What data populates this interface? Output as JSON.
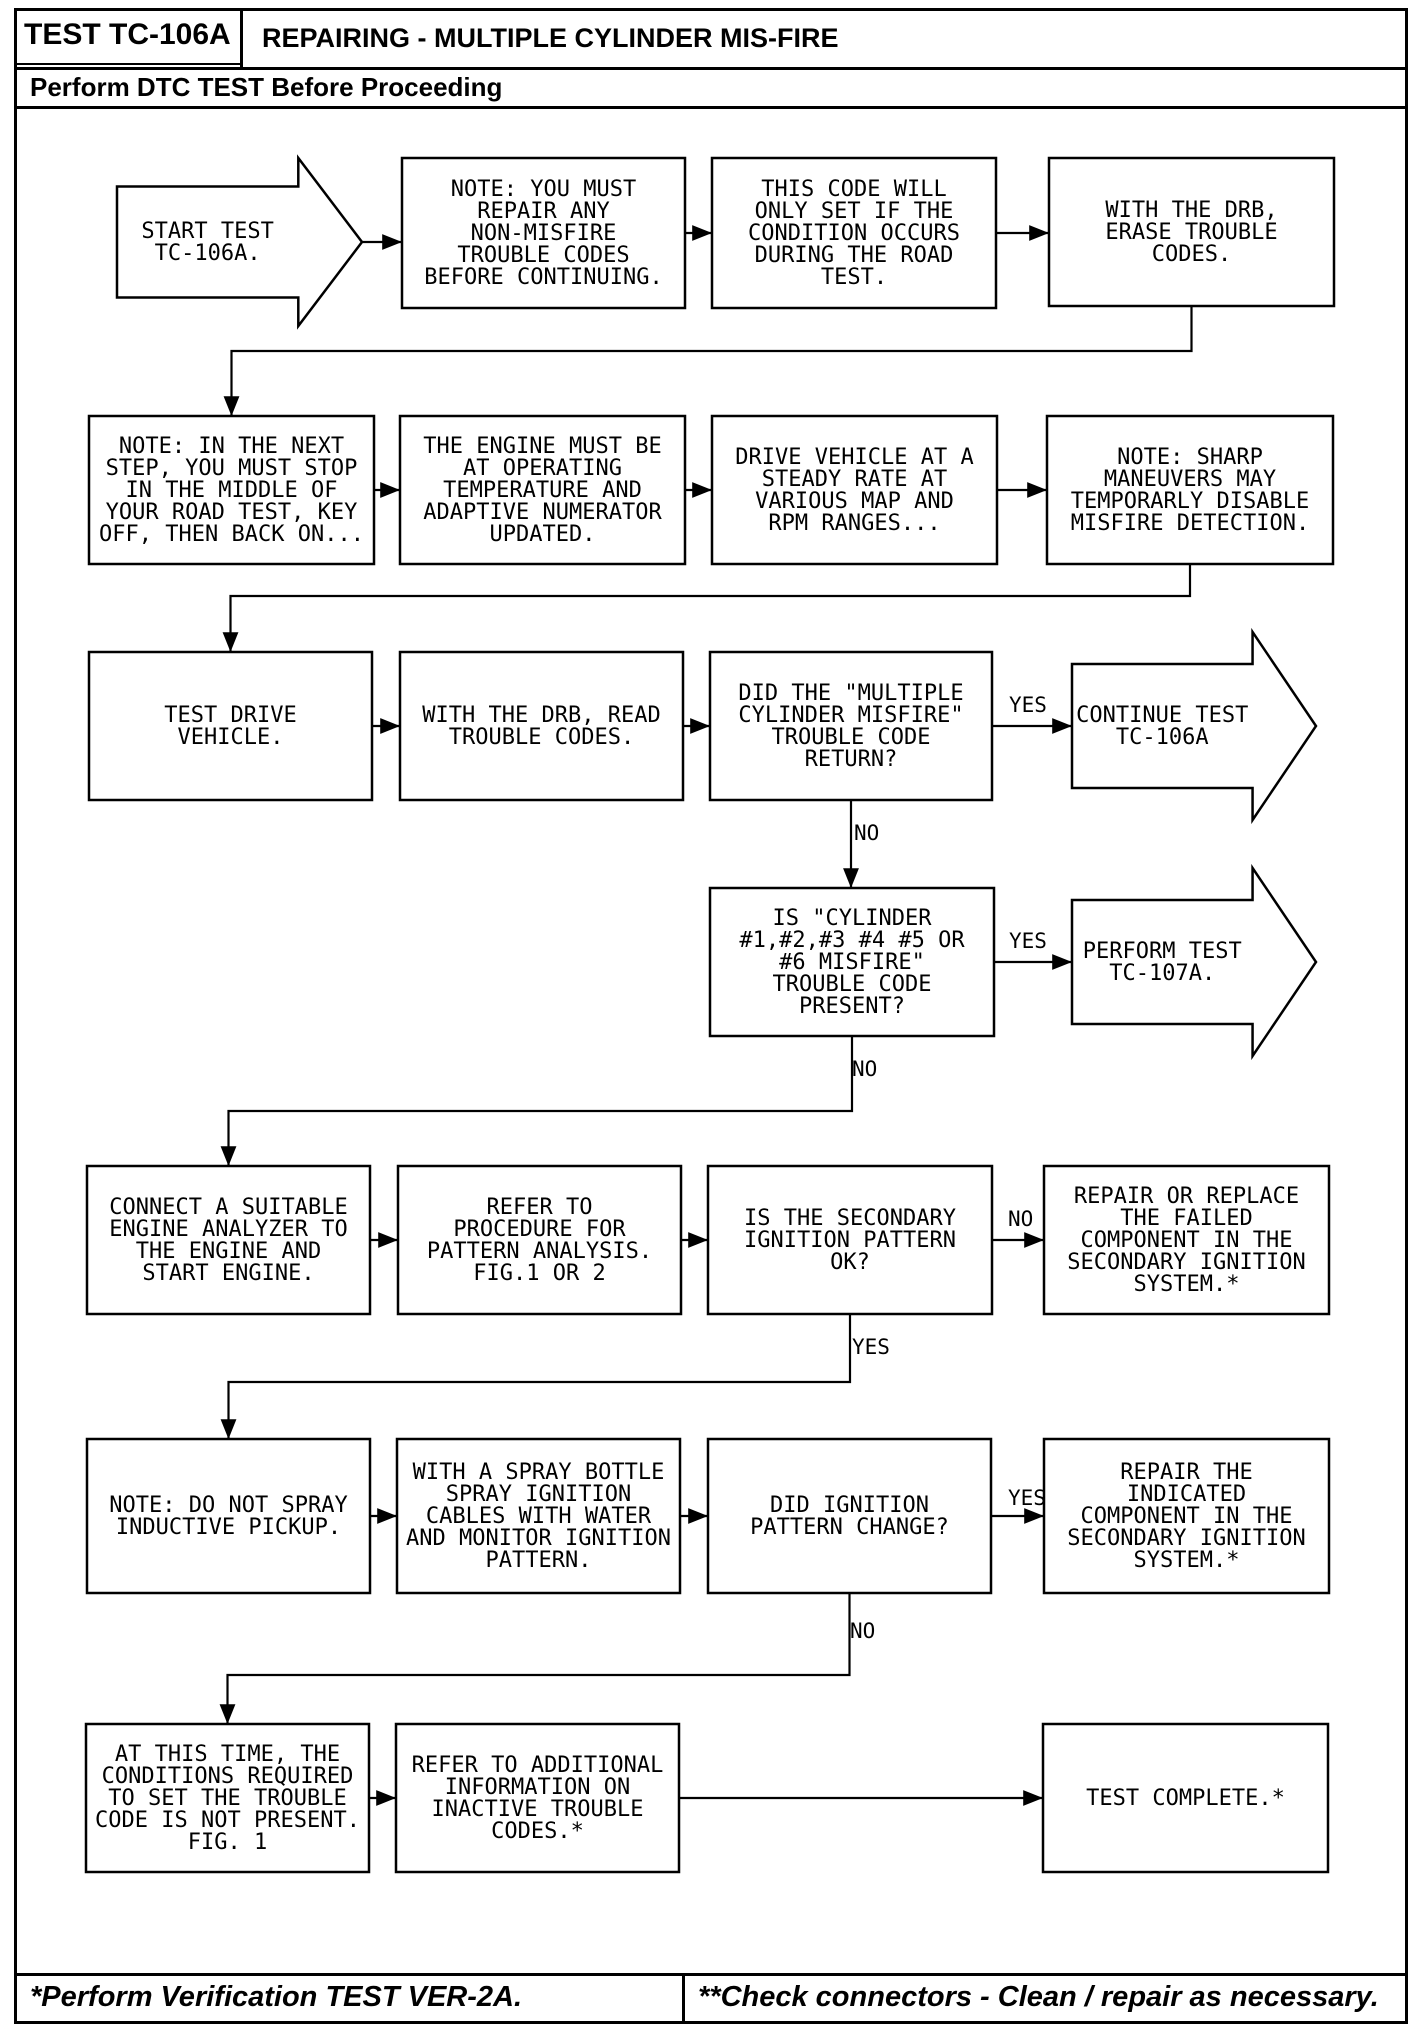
{
  "header": {
    "test_id": "TEST TC-106A",
    "title": "REPAIRING - MULTIPLE CYLINDER MIS-FIRE",
    "subtitle": "Perform DTC TEST Before Proceeding"
  },
  "footer": {
    "left": "*Perform Verification TEST VER-2A.",
    "right": "**Check connectors - Clean / repair as necessary."
  },
  "flowchart": {
    "boxes": [
      {
        "id": "start",
        "lines": [
          "START TEST",
          "TC-106A."
        ]
      },
      {
        "id": "note-repair",
        "lines": [
          "NOTE: YOU MUST",
          "REPAIR ANY",
          "NON-MISFIRE",
          "TROUBLE CODES",
          "BEFORE CONTINUING."
        ]
      },
      {
        "id": "code-set",
        "lines": [
          "THIS CODE WILL",
          "ONLY SET IF THE",
          "CONDITION OCCURS",
          "DURING THE ROAD",
          "TEST."
        ]
      },
      {
        "id": "erase-codes",
        "lines": [
          "WITH THE DRB,",
          "ERASE TROUBLE",
          "CODES."
        ]
      },
      {
        "id": "note-stop",
        "lines": [
          "NOTE: IN THE NEXT",
          "STEP, YOU MUST STOP",
          "IN THE MIDDLE OF",
          "YOUR ROAD TEST, KEY",
          "OFF, THEN BACK ON..."
        ]
      },
      {
        "id": "engine-temp",
        "lines": [
          "THE ENGINE MUST BE",
          "AT OPERATING",
          "TEMPERATURE AND",
          "ADAPTIVE NUMERATOR",
          "UPDATED."
        ]
      },
      {
        "id": "drive-vehicle",
        "lines": [
          "DRIVE VEHICLE AT A",
          "STEADY RATE AT",
          "VARIOUS MAP AND",
          "RPM RANGES..."
        ]
      },
      {
        "id": "note-sharp",
        "lines": [
          "NOTE: SHARP",
          "MANEUVERS MAY",
          "TEMPORARLY DISABLE",
          "MISFIRE DETECTION."
        ]
      },
      {
        "id": "test-drive",
        "lines": [
          "TEST DRIVE",
          "VEHICLE."
        ]
      },
      {
        "id": "read-codes",
        "lines": [
          "WITH THE DRB, READ",
          "TROUBLE CODES."
        ]
      },
      {
        "id": "q-multiple",
        "lines": [
          "DID THE \"MULTIPLE",
          "CYLINDER MISFIRE\"",
          "TROUBLE CODE",
          "RETURN?"
        ]
      },
      {
        "id": "continue-test",
        "lines": [
          "CONTINUE TEST",
          "TC-106A"
        ]
      },
      {
        "id": "q-cylinder",
        "lines": [
          "IS \"CYLINDER",
          "#1,#2,#3 #4 #5 OR",
          "#6 MISFIRE\"",
          "TROUBLE CODE",
          "PRESENT?"
        ]
      },
      {
        "id": "perform-107a",
        "lines": [
          "PERFORM TEST",
          "TC-107A."
        ]
      },
      {
        "id": "connect-analyzer",
        "lines": [
          "CONNECT A SUITABLE",
          "ENGINE ANALYZER TO",
          "THE ENGINE AND",
          "START ENGINE."
        ]
      },
      {
        "id": "refer-pattern",
        "lines": [
          "REFER TO",
          "PROCEDURE FOR",
          "PATTERN ANALYSIS.",
          "FIG.1 OR 2"
        ]
      },
      {
        "id": "q-secondary",
        "lines": [
          "IS THE SECONDARY",
          "IGNITION PATTERN",
          "OK?"
        ]
      },
      {
        "id": "repair-failed",
        "lines": [
          "REPAIR OR REPLACE",
          "THE FAILED",
          "COMPONENT IN THE",
          "SECONDARY IGNITION",
          "SYSTEM.*"
        ]
      },
      {
        "id": "note-spray",
        "lines": [
          "NOTE: DO NOT SPRAY",
          "INDUCTIVE PICKUP."
        ]
      },
      {
        "id": "spray-bottle",
        "lines": [
          "WITH A SPRAY BOTTLE",
          "SPRAY IGNITION",
          "CABLES WITH WATER",
          "AND MONITOR IGNITION",
          "PATTERN."
        ]
      },
      {
        "id": "q-pattern-change",
        "lines": [
          "DID IGNITION",
          "PATTERN CHANGE?"
        ]
      },
      {
        "id": "repair-indicated",
        "lines": [
          "REPAIR THE",
          "INDICATED",
          "COMPONENT IN THE",
          "SECONDARY IGNITION",
          "SYSTEM.*"
        ]
      },
      {
        "id": "conditions-not-present",
        "lines": [
          "AT THIS TIME, THE",
          "CONDITIONS REQUIRED",
          "TO SET THE TROUBLE",
          "CODE IS NOT PRESENT.",
          "FIG. 1"
        ]
      },
      {
        "id": "refer-additional",
        "lines": [
          "REFER TO ADDITIONAL",
          "INFORMATION ON",
          "INACTIVE TROUBLE",
          "CODES.*"
        ]
      },
      {
        "id": "test-complete",
        "lines": [
          "TEST COMPLETE.*"
        ]
      }
    ],
    "labels": {
      "yes": "YES",
      "no": "NO"
    }
  }
}
